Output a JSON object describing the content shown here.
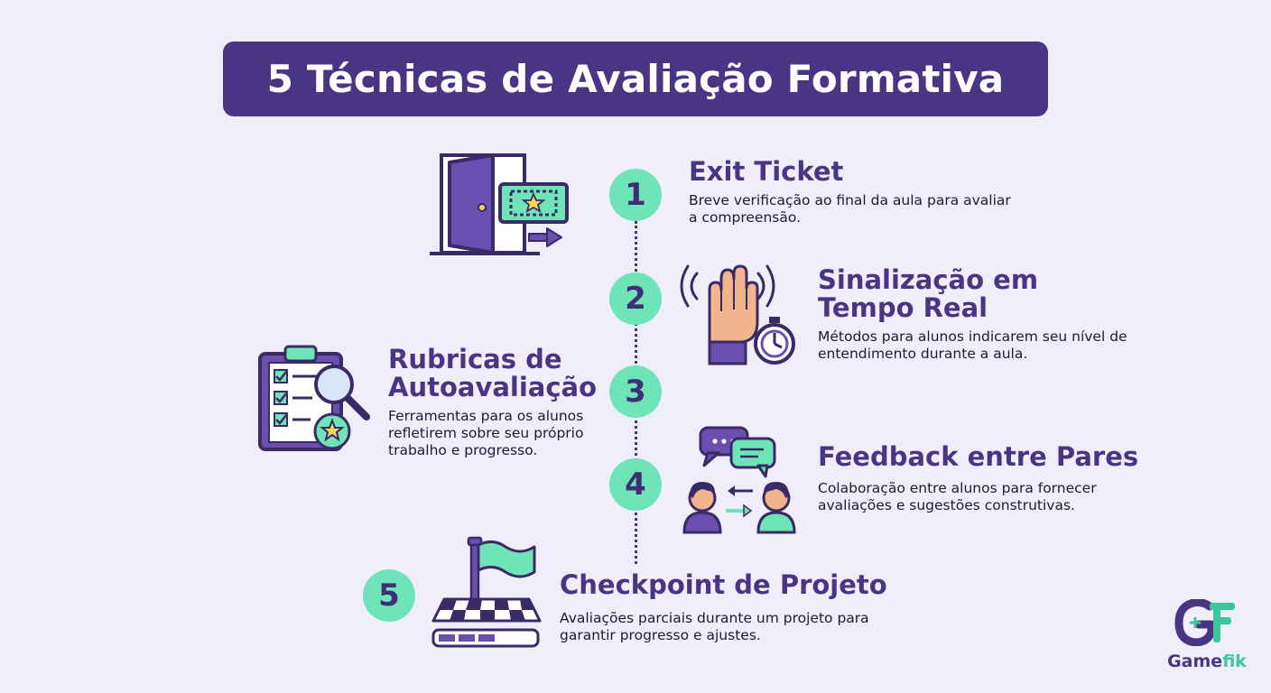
{
  "title": "5 Técnicas de Avaliação Formativa",
  "items": [
    {
      "number": "1",
      "title": "Exit Ticket",
      "description": "Breve verificação ao final da aula para avaliar a compreensão.",
      "icon": "door-ticket-icon"
    },
    {
      "number": "2",
      "title": "Sinalização em Tempo Real",
      "description": "Métodos para alunos indicarem seu nível de entendimento durante a aula.",
      "icon": "raised-hand-stopwatch-icon"
    },
    {
      "number": "3",
      "title": "Rubricas de Autoavaliação",
      "description": "Ferramentas para os alunos refletirem sobre seu próprio trabalho e progresso.",
      "icon": "clipboard-checklist-magnifier-icon"
    },
    {
      "number": "4",
      "title": "Feedback entre Pares",
      "description": "Colaboração entre alunos para fornecer avaliações e sugestões construtivas.",
      "icon": "peer-chat-icon"
    },
    {
      "number": "5",
      "title": "Checkpoint de Projeto",
      "description": "Avaliações parciais durante um projeto para garantir progresso e ajustes.",
      "icon": "flag-checkpoint-icon"
    }
  ],
  "logo": {
    "name_main": "Game",
    "name_accent": "fik"
  },
  "colors": {
    "background": "#f0eefa",
    "primary": "#4a3585",
    "accent": "#6ee4b8",
    "text": "#1e1a33"
  }
}
